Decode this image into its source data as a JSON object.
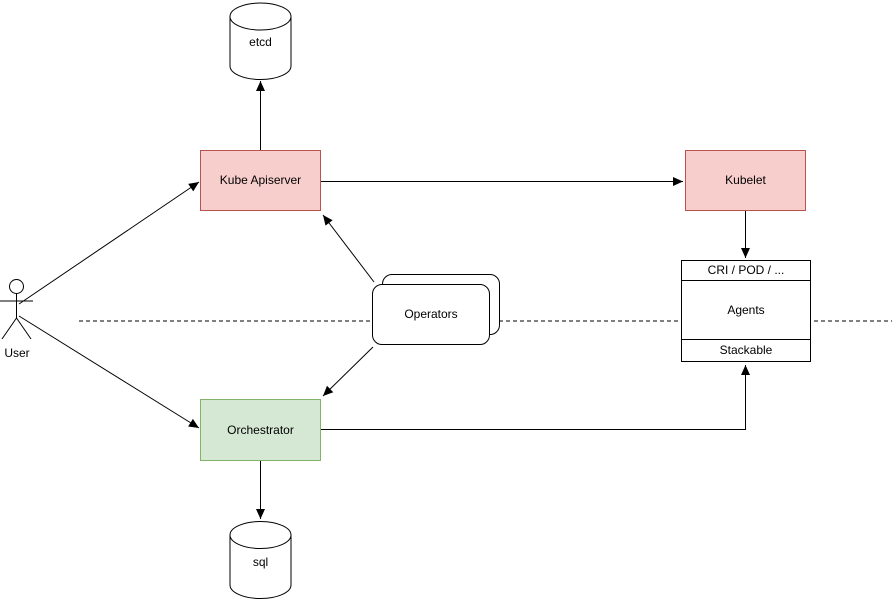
{
  "diagram": {
    "type": "architecture-flow-diagram",
    "colors": {
      "red_node_fill": "#f8cecc",
      "red_node_stroke": "#b85450",
      "green_node_fill": "#d5e8d4",
      "green_node_stroke": "#82b366",
      "plain_node_fill": "#ffffff",
      "line": "#000000",
      "background": "#ffffff"
    },
    "nodes": {
      "etcd": {
        "label": "etcd",
        "shape": "cylinder"
      },
      "kube_apiserver": {
        "label": "Kube Apiserver",
        "shape": "rectangle"
      },
      "kubelet": {
        "label": "Kubelet",
        "shape": "rectangle"
      },
      "agents_stack": {
        "header": "CRI / POD / ...",
        "body": "Agents",
        "footer": "Stackable",
        "shape": "stacked-rectangle"
      },
      "operators": {
        "label": "Operators",
        "shape": "double-rounded-rectangle"
      },
      "orchestrator": {
        "label": "Orchestrator",
        "shape": "rectangle"
      },
      "sql": {
        "label": "sql",
        "shape": "cylinder"
      },
      "user": {
        "label": "User",
        "shape": "actor"
      }
    },
    "edges": [
      {
        "from": "User",
        "to": "Kube Apiserver",
        "style": "arrow"
      },
      {
        "from": "User",
        "to": "Orchestrator",
        "style": "arrow"
      },
      {
        "from": "Kube Apiserver",
        "to": "etcd",
        "style": "arrow"
      },
      {
        "from": "Kube Apiserver",
        "to": "Kubelet",
        "style": "arrow"
      },
      {
        "from": "Kubelet",
        "to": "CRI / POD / ...",
        "style": "arrow"
      },
      {
        "from": "Operators",
        "to": "Kube Apiserver",
        "style": "arrow"
      },
      {
        "from": "Operators",
        "to": "Orchestrator",
        "style": "arrow"
      },
      {
        "from": "Orchestrator",
        "to": "Stackable",
        "style": "elbow-arrow"
      },
      {
        "from": "Orchestrator",
        "to": "sql",
        "style": "arrow"
      }
    ],
    "separator": {
      "orientation": "horizontal",
      "style": "dashed"
    }
  }
}
